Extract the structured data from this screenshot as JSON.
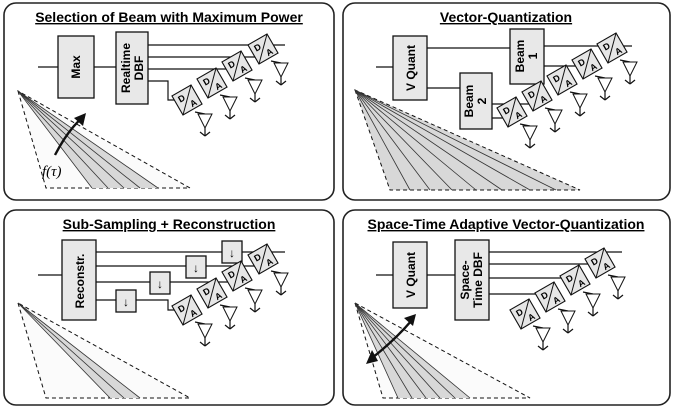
{
  "panels": [
    {
      "title": "Selection of Beam with Maximum Power",
      "blocks": [
        "Max",
        "Realtime DBF"
      ],
      "annotation": "f(τ)"
    },
    {
      "title": "Vector-Quantization",
      "blocks": [
        "V Quant",
        "Beam 1",
        "Beam 2"
      ]
    },
    {
      "title": "Sub-Sampling + Reconstruction",
      "blocks": [
        "Reconstr."
      ],
      "downsample_symbol": "↓"
    },
    {
      "title": "Space-Time Adaptive Vector-Quantization",
      "blocks": [
        "V Quant",
        "Space-Time DBF"
      ]
    }
  ],
  "da_label": {
    "top": "D",
    "bottom": "A"
  },
  "colors": {
    "beam_fill": "#d8d8d8",
    "block_fill": "#e8e8e8",
    "outline": "#111111"
  }
}
